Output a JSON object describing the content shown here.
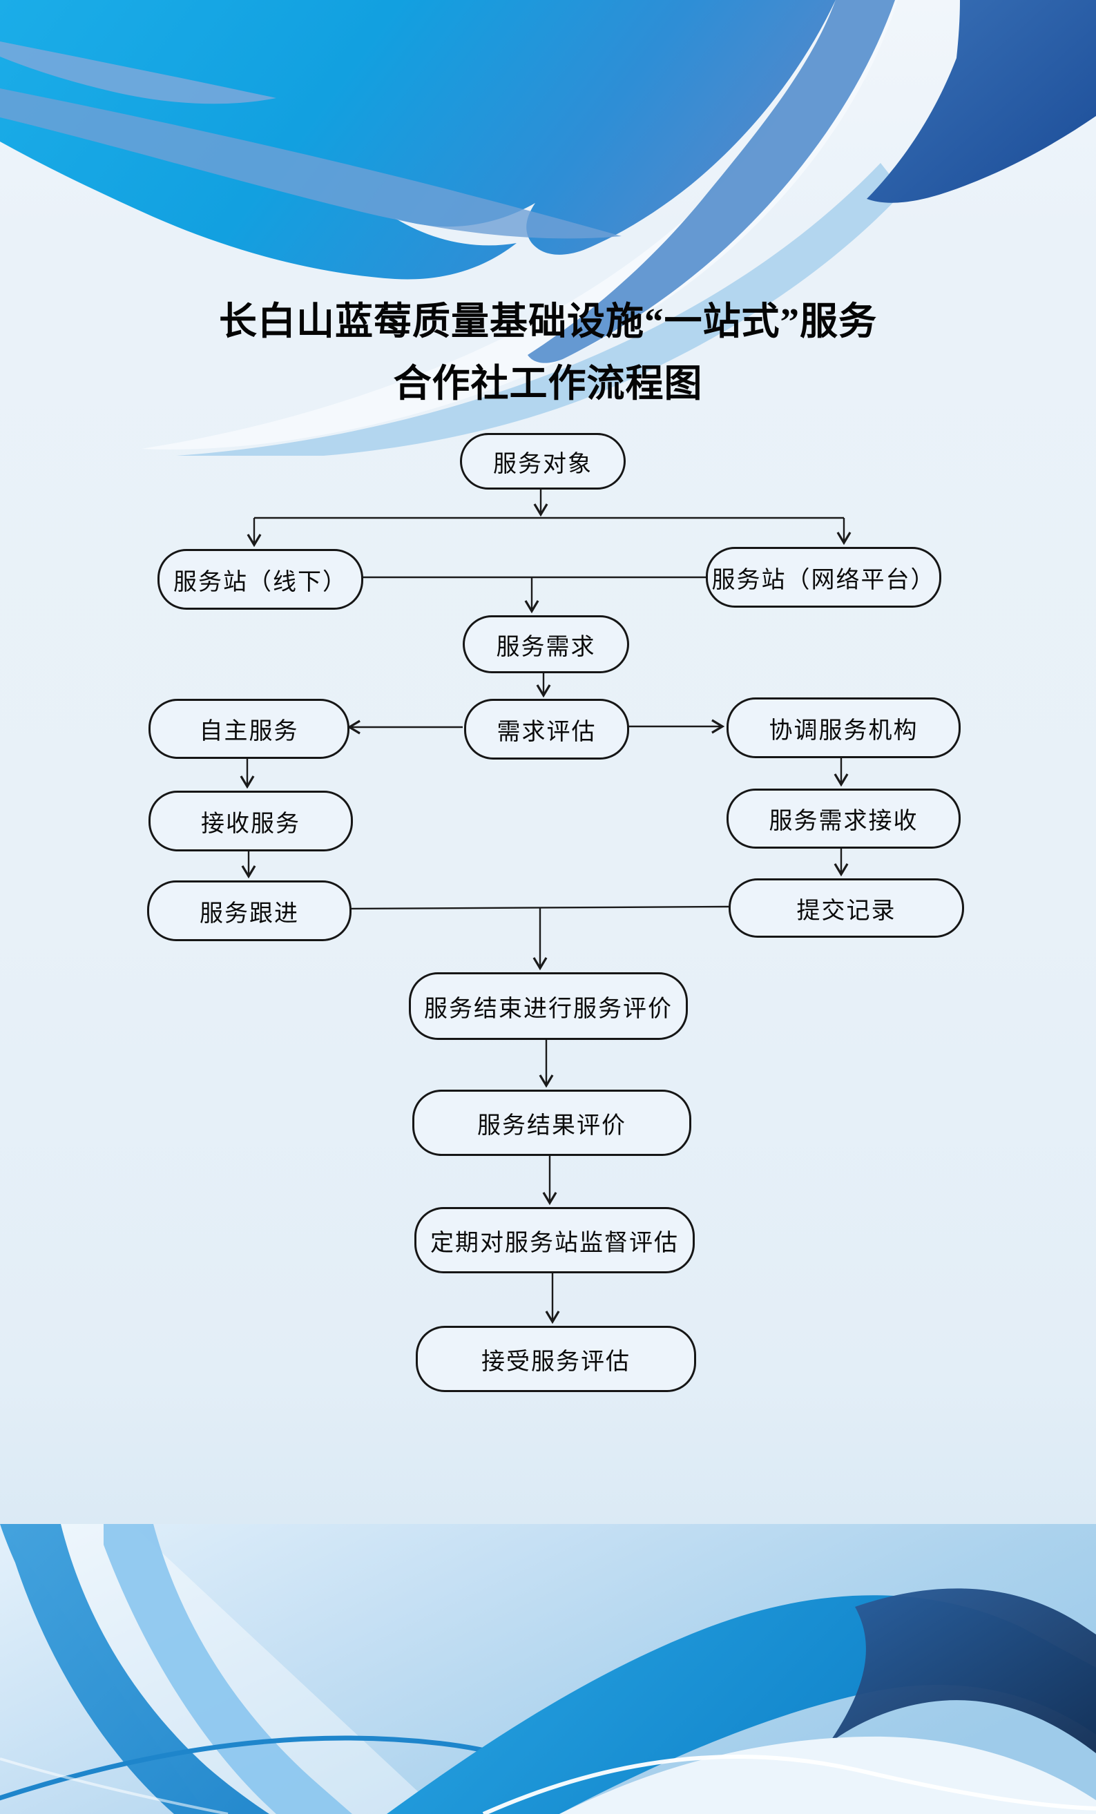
{
  "title": {
    "line1": "长白山蓝莓质量基础设施“一站式”服务",
    "line2": "合作社工作流程图"
  },
  "flowchart": {
    "nodes": [
      {
        "id": "service-target",
        "label": "服务对象"
      },
      {
        "id": "station-offline",
        "label": "服务站（线下）"
      },
      {
        "id": "station-online",
        "label": "服务站（网络平台）"
      },
      {
        "id": "service-demand",
        "label": "服务需求"
      },
      {
        "id": "demand-assessment",
        "label": "需求评估"
      },
      {
        "id": "self-service",
        "label": "自主服务"
      },
      {
        "id": "coordinate-agency",
        "label": "协调服务机构"
      },
      {
        "id": "receive-service",
        "label": "接收服务"
      },
      {
        "id": "demand-reception",
        "label": "服务需求接收"
      },
      {
        "id": "service-followup",
        "label": "服务跟进"
      },
      {
        "id": "submit-record",
        "label": "提交记录"
      },
      {
        "id": "end-evaluation",
        "label": "服务结束进行服务评价"
      },
      {
        "id": "result-evaluation",
        "label": "服务结果评价"
      },
      {
        "id": "periodic-supervision",
        "label": "定期对服务站监督评估"
      },
      {
        "id": "accept-evaluation",
        "label": "接受服务评估"
      }
    ]
  },
  "colors": {
    "page_background": "#e8f1f8",
    "node_fill": "#edf4fb",
    "node_border": "#161616",
    "arrow": "#1a1a1a",
    "wave_cyan": "#14a3e1",
    "wave_medium_blue": "#5d94d0",
    "wave_dark_blue": "#1c4c96",
    "wave_light_blue": "#b3d6ef",
    "wave_white": "#f5f9fd",
    "bottom_panel_blue": "#abd2ed",
    "bottom_navy": "#142f55"
  }
}
